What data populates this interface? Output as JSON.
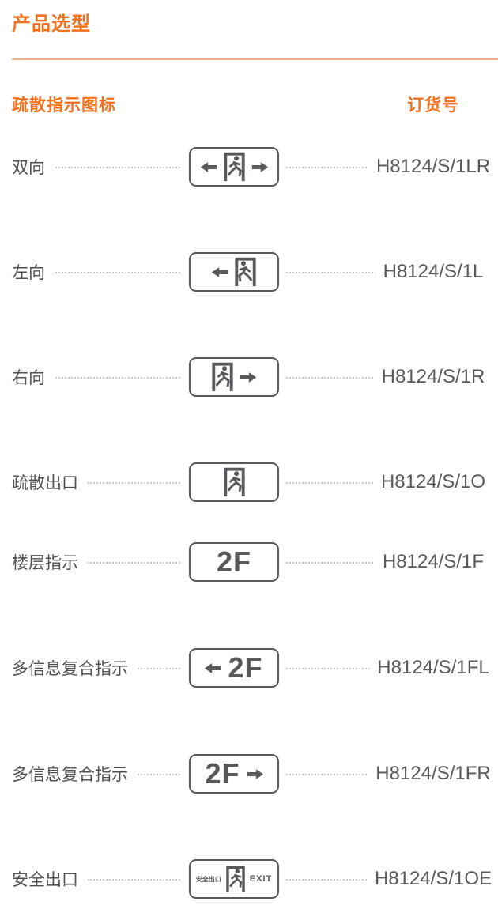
{
  "page": {
    "title": "产品选型"
  },
  "columns": {
    "icon_header": "疏散指示图标",
    "order_header": "订货号"
  },
  "icon_texts": {
    "floor": "2F",
    "safety_cn": "安全出口",
    "exit_en": "EXIT"
  },
  "rows": [
    {
      "label": "双向",
      "icon_parts": [
        "arrow-left",
        "man-right",
        "arrow-right"
      ],
      "code": "H8124/S/1LR"
    },
    {
      "label": "左向",
      "icon_parts": [
        "arrow-left",
        "man-left"
      ],
      "code": "H8124/S/1L"
    },
    {
      "label": "右向",
      "icon_parts": [
        "man-right",
        "arrow-right"
      ],
      "code": "H8124/S/1R"
    },
    {
      "label": "疏散出口",
      "icon_parts": [
        "man-right"
      ],
      "code": "H8124/S/1O"
    },
    {
      "label": "楼层指示",
      "icon_parts": [
        "text-2f"
      ],
      "code": "H8124/S/1F"
    },
    {
      "label": "多信息复合指示",
      "icon_parts": [
        "arrow-left",
        "text-2f"
      ],
      "code": "H8124/S/1FL"
    },
    {
      "label": "多信息复合指示",
      "icon_parts": [
        "text-2f",
        "arrow-right"
      ],
      "code": "H8124/S/1FR"
    },
    {
      "label": "安全出口",
      "icon_parts": [
        "text-cn",
        "man-right",
        "text-exit"
      ],
      "code": "H8124/S/1OE"
    }
  ],
  "colors": {
    "accent": "#F3701E",
    "divider": "#F5AF88",
    "icon_gray": "#58595B",
    "text_gray": "#58595B",
    "dot_gray": "#C9C9C9"
  }
}
